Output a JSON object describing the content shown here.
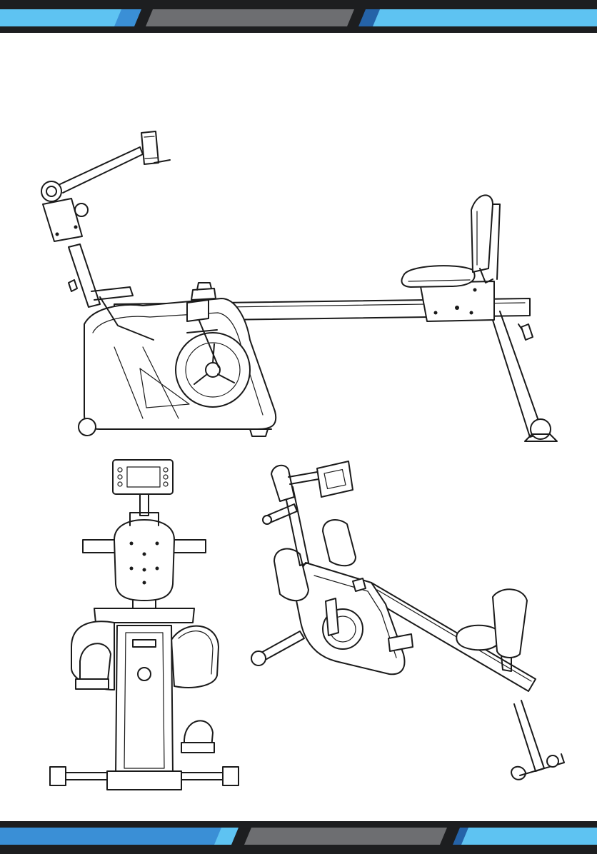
{
  "header_band": {
    "colors": {
      "dark": "#1d1e20",
      "accent_light": "#5ec3f2",
      "accent_mid": "#3a8fd6",
      "accent_deep": "#2563a8",
      "gray": "#6d6e71"
    }
  },
  "footer_band": {
    "colors": {
      "dark": "#1d1e20",
      "accent_light": "#5ec3f2",
      "accent_mid": "#3a8fd6",
      "accent_deep": "#2563a8",
      "gray": "#6d6e71"
    }
  },
  "illustrations": {
    "side_view": {
      "icon": "rowing-machine-side-view-drawing"
    },
    "rear_view": {
      "icon": "rowing-machine-rear-view-drawing"
    },
    "isometric_view": {
      "icon": "rowing-machine-isometric-view-drawing"
    }
  }
}
